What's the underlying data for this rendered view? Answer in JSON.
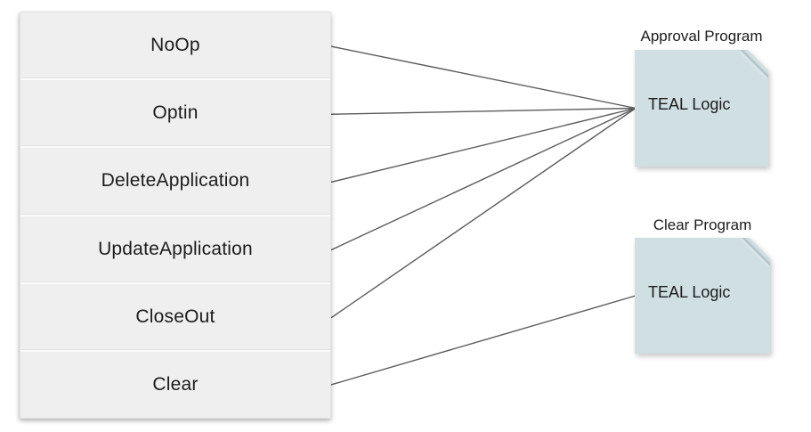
{
  "diagram": {
    "background_color": "#ffffff",
    "line_color": "#5b5b5b",
    "text_color": "#1c1c1c",
    "action_list": {
      "fill_color": "#efefef",
      "items": [
        {
          "label": "NoOp"
        },
        {
          "label": "Optin"
        },
        {
          "label": "DeleteApplication"
        },
        {
          "label": "UpdateApplication"
        },
        {
          "label": "CloseOut"
        },
        {
          "label": "Clear"
        }
      ]
    },
    "programs": [
      {
        "title": "Approval Program",
        "content": "TEAL Logic",
        "fill_color": "#cfdfe2"
      },
      {
        "title": "Clear Program",
        "content": "TEAL Logic",
        "fill_color": "#cfdfe2"
      }
    ],
    "connections": [
      {
        "from": 0,
        "to": 0
      },
      {
        "from": 1,
        "to": 0
      },
      {
        "from": 2,
        "to": 0
      },
      {
        "from": 3,
        "to": 0
      },
      {
        "from": 4,
        "to": 0
      },
      {
        "from": 5,
        "to": 1
      }
    ]
  }
}
